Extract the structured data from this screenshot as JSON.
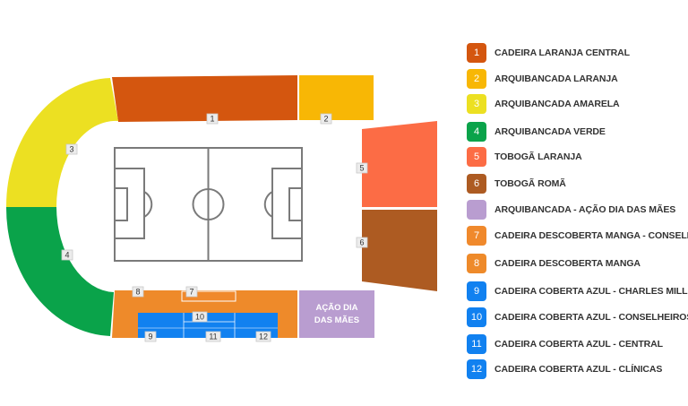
{
  "sectors": [
    {
      "number": "1",
      "name": "CADEIRA LARANJA CENTRAL",
      "color": "#d4560f"
    },
    {
      "number": "2",
      "name": "ARQUIBANCADA LARANJA",
      "color": "#f8b705"
    },
    {
      "number": "3",
      "name": "ARQUIBANCADA AMARELA",
      "color": "#ece022"
    },
    {
      "number": "4",
      "name": "ARQUIBANCADA VERDE",
      "color": "#0aa34a"
    },
    {
      "number": "5",
      "name": "TOBOGÃ LARANJA",
      "color": "#fc6c45"
    },
    {
      "number": "6",
      "name": "TOBOGÃ ROMÃ",
      "color": "#ad5b22"
    },
    {
      "number": "",
      "name": "ARQUIBANCADA - AÇÃO DIA DAS MÃES",
      "color": "#b99dd0"
    },
    {
      "number": "7",
      "name": "CADEIRA DESCOBERTA MANGA - CONSELHEIROS",
      "color": "#f0892c"
    },
    {
      "number": "8",
      "name": "CADEIRA DESCOBERTA MANGA",
      "color": "#ee8a2a"
    },
    {
      "number": "9",
      "name": "CADEIRA COBERTA AZUL - CHARLES MILLER",
      "color": "#1181f0"
    },
    {
      "number": "10",
      "name": "CADEIRA COBERTA AZUL - CONSELHEIROS",
      "color": "#1181f0"
    },
    {
      "number": "11",
      "name": "CADEIRA COBERTA AZUL - CENTRAL",
      "color": "#1181f0"
    },
    {
      "number": "12",
      "name": "CADEIRA COBERTA AZUL - CLÍNICAS",
      "color": "#1181f0"
    }
  ],
  "map_labels": {
    "acao_line1": "AÇÃO DIA",
    "acao_line2": "DAS MÃES"
  }
}
